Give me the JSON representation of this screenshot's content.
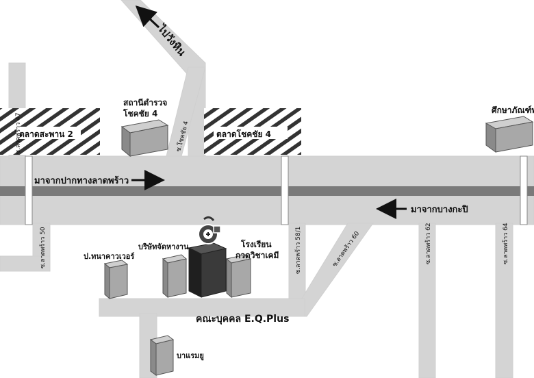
{
  "map": {
    "labels": {
      "market_saphan2": "ตลาดสะพาน 2",
      "market_chokchai4": "ตลาดโชคชัย 4",
      "police_line1": "สถานีตำรวจ",
      "police_line2": "โชคชัย 4",
      "commerce_school": "ศึกษาภัณฑ์พาณิช",
      "to_bowin": "ไปวังหิน",
      "soi_chokchai4": "ซ.โชคชัย 4",
      "soi_ladprao47": "ซ.ลาดพร้าว 47",
      "soi_ladprao50": "ซ.ลาดพร้าว 50",
      "soi_ladprao58_1": "ซ.ลาดพร้าว 58/1",
      "soi_ladprao60": "ซ.ลาดพร้าว 60",
      "soi_ladprao62": "ซ.ลาดพร้าว 62",
      "soi_ladprao64": "ซ.ลาดพร้าว 64",
      "from_ladprao": "มาจากปากทางลาดพร้าว",
      "from_bangkapi": "มาจากบางกะปิ",
      "tanakawer": "ป.ทนาคาวเวอร์",
      "company_line1": "บริษัทจัดหางาน",
      "school_line1": "โรงเรียน",
      "school_line2": "กวดวิชาเคมี",
      "eqplus": "คณะบุคคล E.Q.Plus",
      "barembu": "บาแรมยู"
    },
    "colors": {
      "road": "#d4d4d4",
      "road_center": "#7a7a7a",
      "building_front": "#a8a8a8",
      "building_side": "#8a8a8a",
      "building_top": "#cfcfcf",
      "eq_building": "#2a2a2a",
      "hatch": "#333333",
      "text": "#111111"
    },
    "icons": [
      "arrow-left-icon",
      "arrow-right-icon",
      "eqplus-logo-icon"
    ]
  }
}
